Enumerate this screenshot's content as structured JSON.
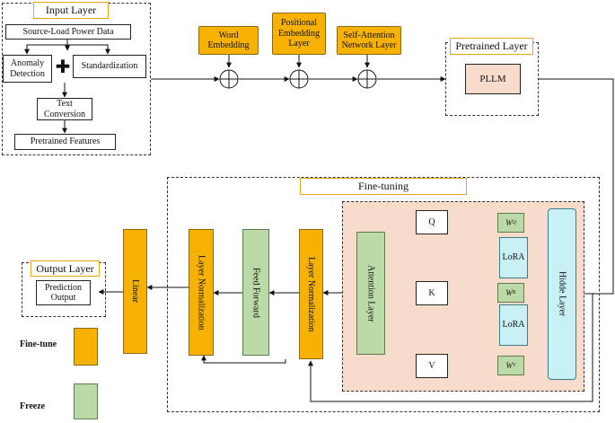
{
  "input_layer": {
    "title": "Input Layer",
    "source_load": "Source-Load Power Data",
    "anomaly_detection": "Anomaly Detection",
    "plus_symbol": "✚",
    "standardization": "Standardization",
    "text_conversion": "Text Conversion",
    "pretrained_features": "Pretrained Features"
  },
  "embeddings": {
    "word": "Word Embedding",
    "positional": "Positional Embedding Layer",
    "self_attention": "Self-Attention Network Layer"
  },
  "pretrained_layer": {
    "title": "Pretrained Layer",
    "pllm": "PLLM"
  },
  "fine_tuning": {
    "title": "Fine-tuning",
    "linear": "Linear",
    "layer_norm_1": "Layer Normalization",
    "feed_forward": "Feed Forward",
    "layer_norm_2": "Layer Normalization",
    "attention_layer": "Attention Layer",
    "q": "Q",
    "k": "K",
    "v": "V",
    "wq": "W",
    "wq_sub": "Q",
    "wk": "W",
    "wk_sub": "K",
    "wv": "W",
    "wv_sub": "V",
    "lora_1": "LoRA",
    "lora_2": "LoRA",
    "hidden_layer": "Hidde Layer"
  },
  "output_layer": {
    "title": "Output Layer",
    "prediction": "Prediction Output"
  },
  "legend": {
    "fine_tune": "Fine-tune",
    "freeze": "Freeze",
    "fine_tune_color": "#f7b100",
    "freeze_color": "#bcd9a8"
  }
}
